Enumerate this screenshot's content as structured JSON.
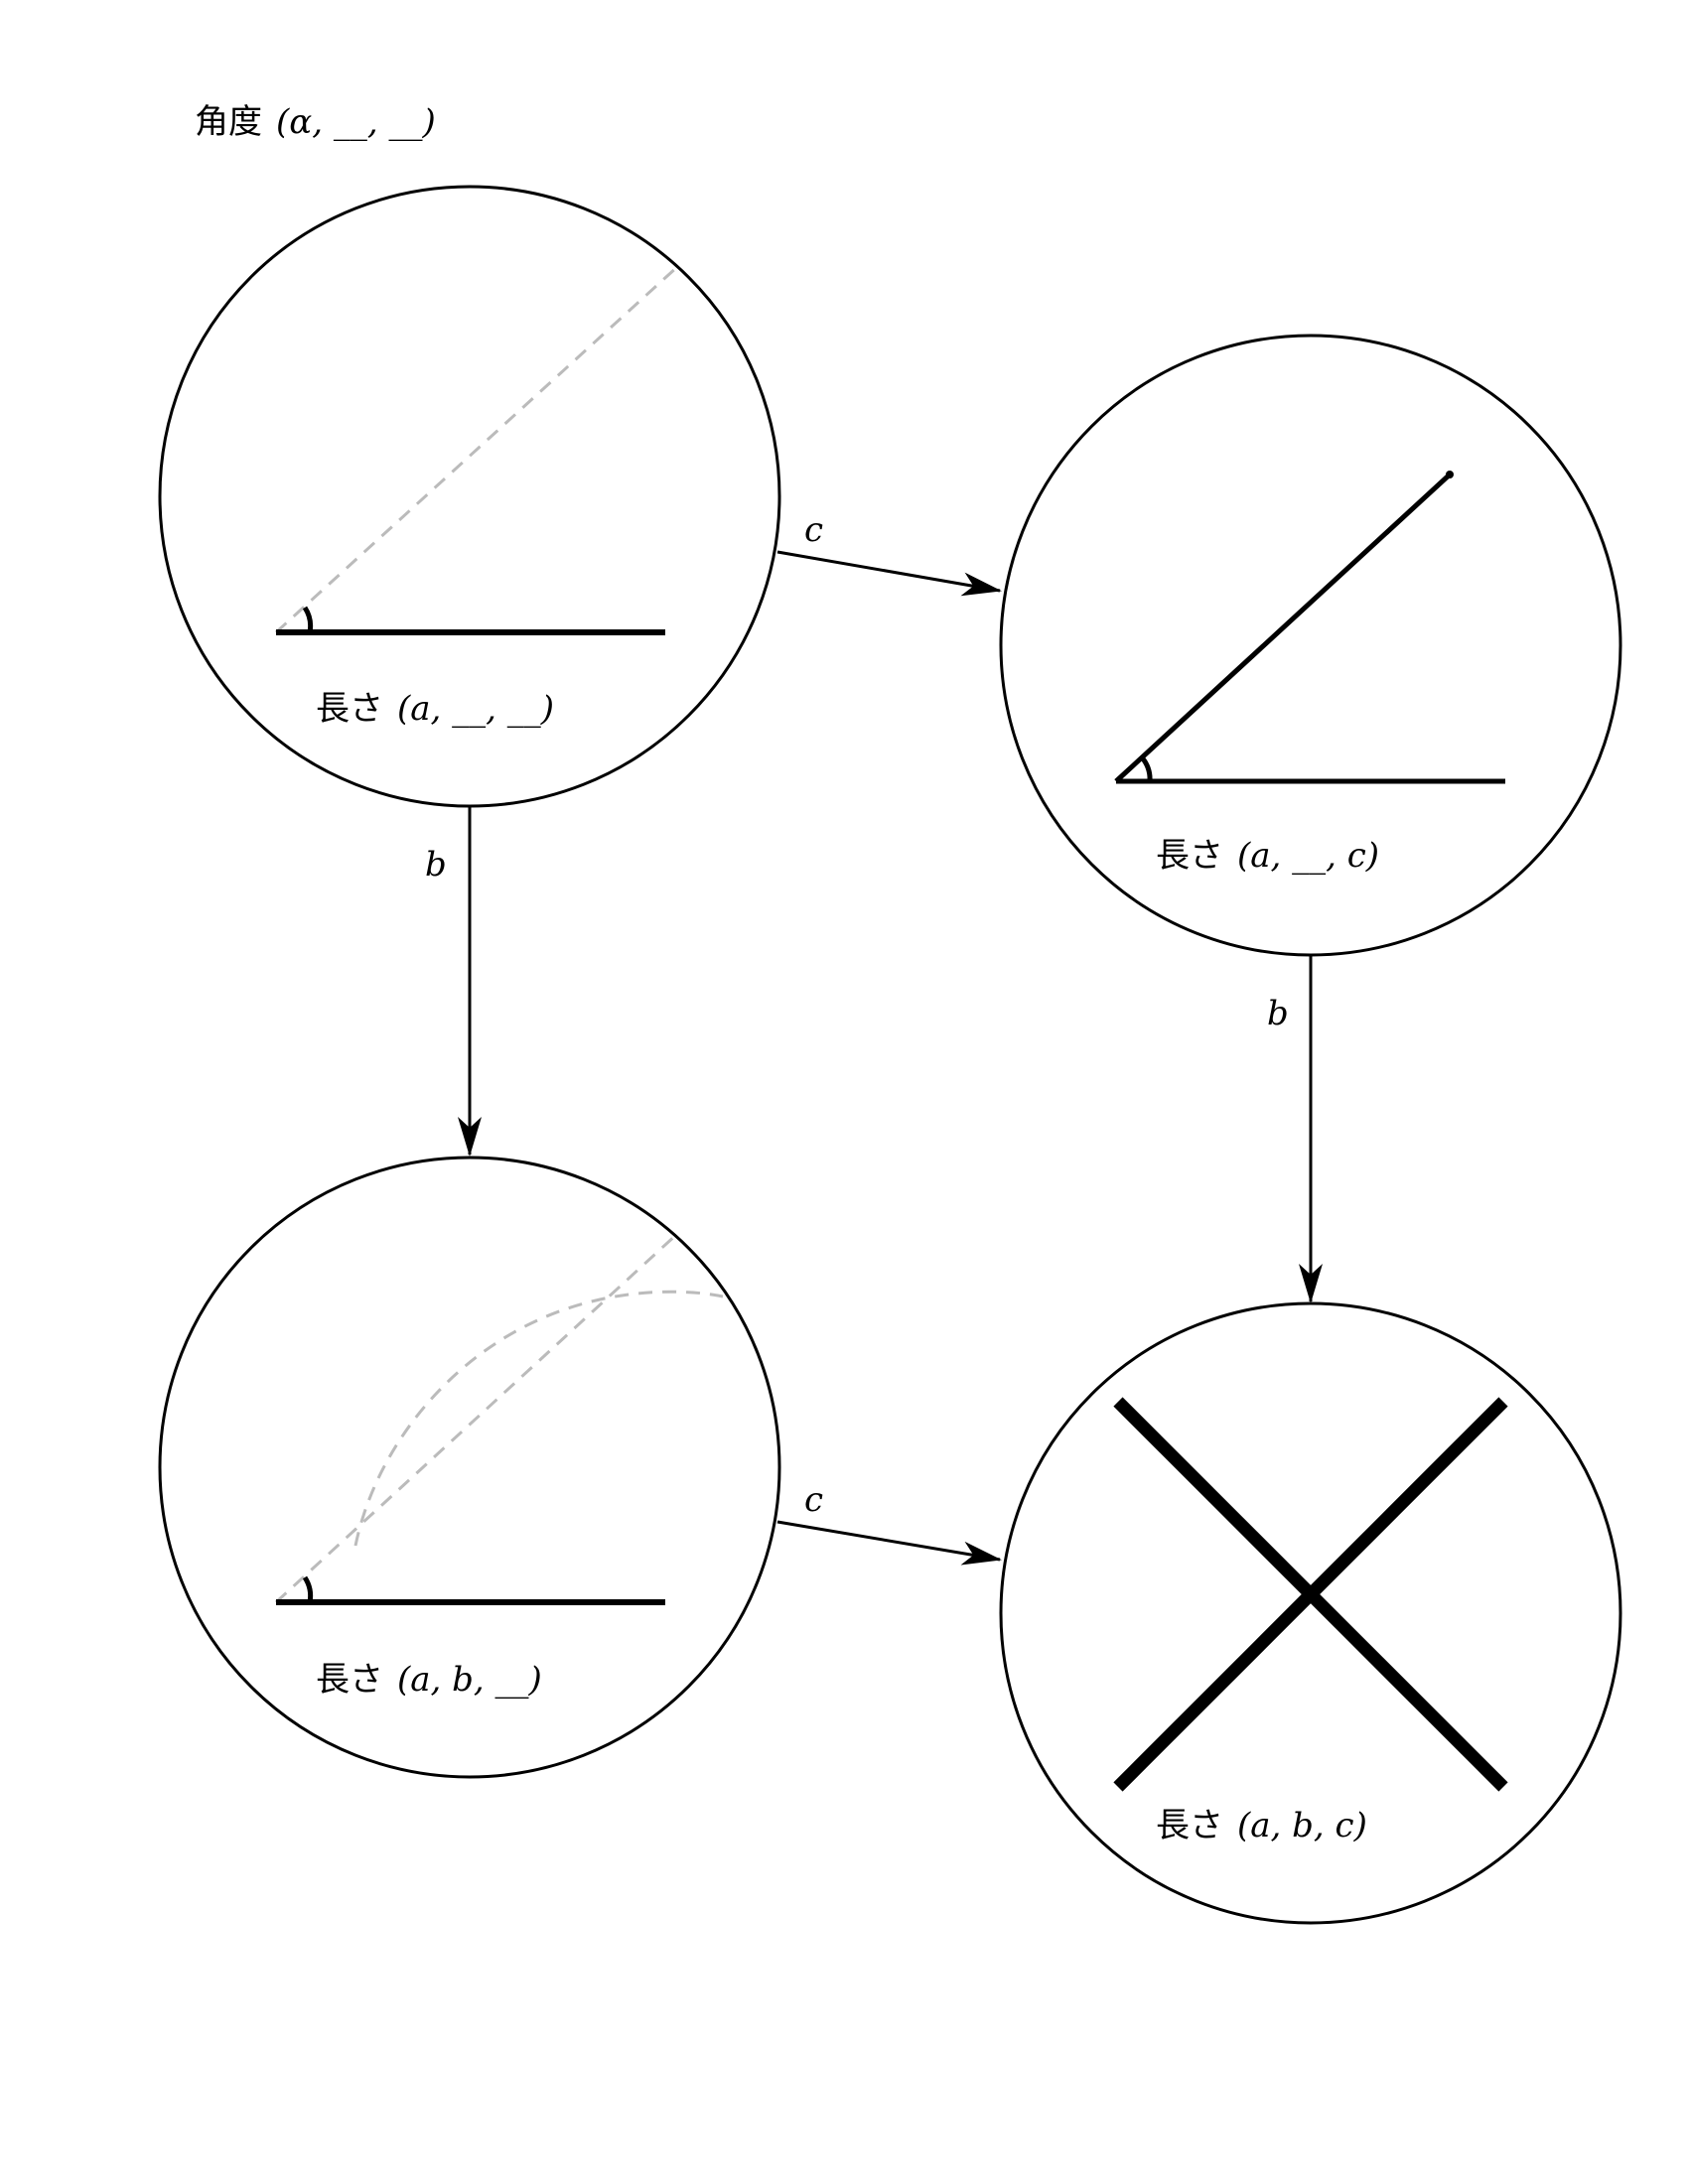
{
  "header": {
    "angle_prefix": "角度",
    "angle_args": "(α, __, __)"
  },
  "nodes": [
    {
      "id": "node-top-left",
      "label_prefix": "長さ",
      "label_args": "(a, __, __)"
    },
    {
      "id": "node-top-right",
      "label_prefix": "長さ",
      "label_args": "(a, __, c)"
    },
    {
      "id": "node-bottom-left",
      "label_prefix": "長さ",
      "label_args": "(a, b, __)"
    },
    {
      "id": "node-bottom-right",
      "label_prefix": "長さ",
      "label_args": "(a, b, c)"
    }
  ],
  "edges": [
    {
      "from": "node-top-left",
      "to": "node-top-right",
      "label": "c"
    },
    {
      "from": "node-top-left",
      "to": "node-bottom-left",
      "label": "b"
    },
    {
      "from": "node-top-right",
      "to": "node-bottom-right",
      "label": "b"
    },
    {
      "from": "node-bottom-left",
      "to": "node-bottom-right",
      "label": "c"
    }
  ],
  "colors": {
    "stroke": "#000000",
    "construction": "#bbbbbb",
    "background": "#ffffff"
  },
  "icons": {
    "impossible": "cross-mark-icon"
  }
}
